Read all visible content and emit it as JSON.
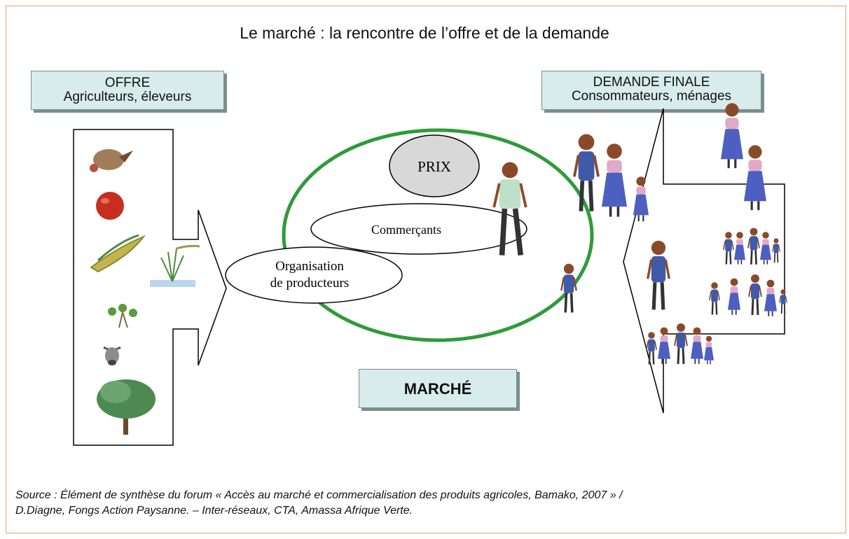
{
  "title": "Le marché : la rencontre de l’offre et de la demande",
  "offre": {
    "line1": "OFFRE",
    "line2": "Agriculteurs, éleveurs"
  },
  "demande": {
    "line1": "DEMANDE FINALE",
    "line2": "Consommateurs, ménages"
  },
  "prix": "PRIX",
  "commercants": "Commerçants",
  "organisation": {
    "line1": "Organisation",
    "line2": "de producteurs"
  },
  "marche": "MARCHÉ",
  "source": {
    "line1": "Source : Élément de synthèse du forum « Accès au marché et commercialisation des produits agricoles, Bamako, 2007 » /",
    "line2": "D.Diagne, Fongs Action Paysanne. – Inter-réseaux, CTA, Amassa Afrique Verte."
  },
  "colors": {
    "frame": "#e6a06b",
    "box_fill": "#d9ecec",
    "market_ring": "#2f9a3a",
    "prix_fill": "#d8d8d8"
  },
  "icons": [
    "hen-icon",
    "tomato-icon",
    "corn-icon",
    "rice-plant-icon",
    "peanut-plant-icon",
    "cow-head-icon",
    "tree-icon",
    "person-icon"
  ]
}
